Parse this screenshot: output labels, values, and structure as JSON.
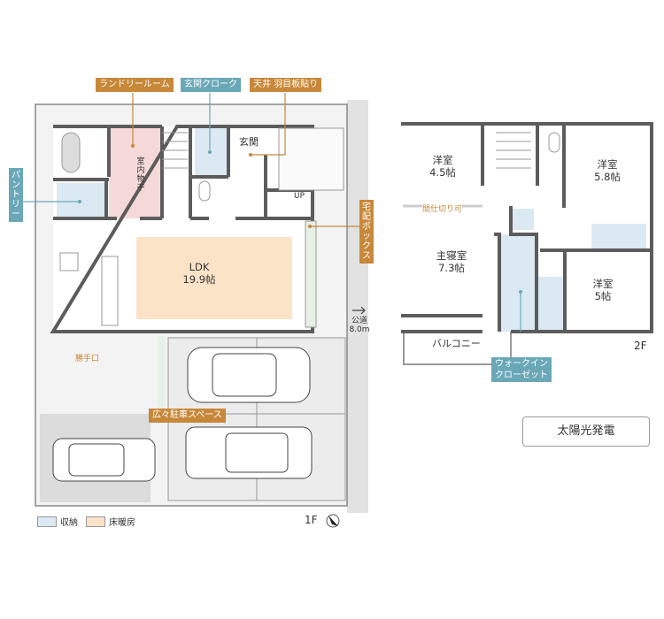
{
  "floor1": {
    "label": "1F",
    "rooms": {
      "genkan": "玄関",
      "ldk_name": "LDK",
      "ldk_size": "19.9帖",
      "indoor_dry": "室内物干",
      "up": "UP"
    },
    "callouts": {
      "laundry": "ランドリールーム",
      "entrance_cloak": "玄関クローク",
      "ceiling": "天井 羽目板貼り",
      "pantry": "パントリー",
      "delivery_box": "宅配ボックス",
      "parking": "広々駐車スペース"
    },
    "back_door": "勝手口",
    "road_label": "公道",
    "road_width": "8.0m"
  },
  "floor2": {
    "label": "2F",
    "rooms": [
      {
        "name": "洋室",
        "size": "4.5帖"
      },
      {
        "name": "洋室",
        "size": "5.8帖"
      },
      {
        "name": "主寝室",
        "size": "7.3帖"
      },
      {
        "name": "洋室",
        "size": "5帖"
      }
    ],
    "partition_note": "間仕切り可",
    "balcony": "バルコニー",
    "walkin_line1": "ウォークイン",
    "walkin_line2": "クローゼット"
  },
  "solar": "太陽光発電",
  "legend": [
    {
      "label": "収納",
      "color": "#dbe9f3"
    },
    {
      "label": "床暖房",
      "color": "#fbe3c8"
    }
  ],
  "colors": {
    "orange_tag": "#c8883a",
    "blue_tag": "#6aa8b8",
    "wall": "#5c5c5c",
    "storage": "#dbe9f3",
    "floor_heating": "#fbe3c8",
    "laundry": "#f5d9d9"
  }
}
